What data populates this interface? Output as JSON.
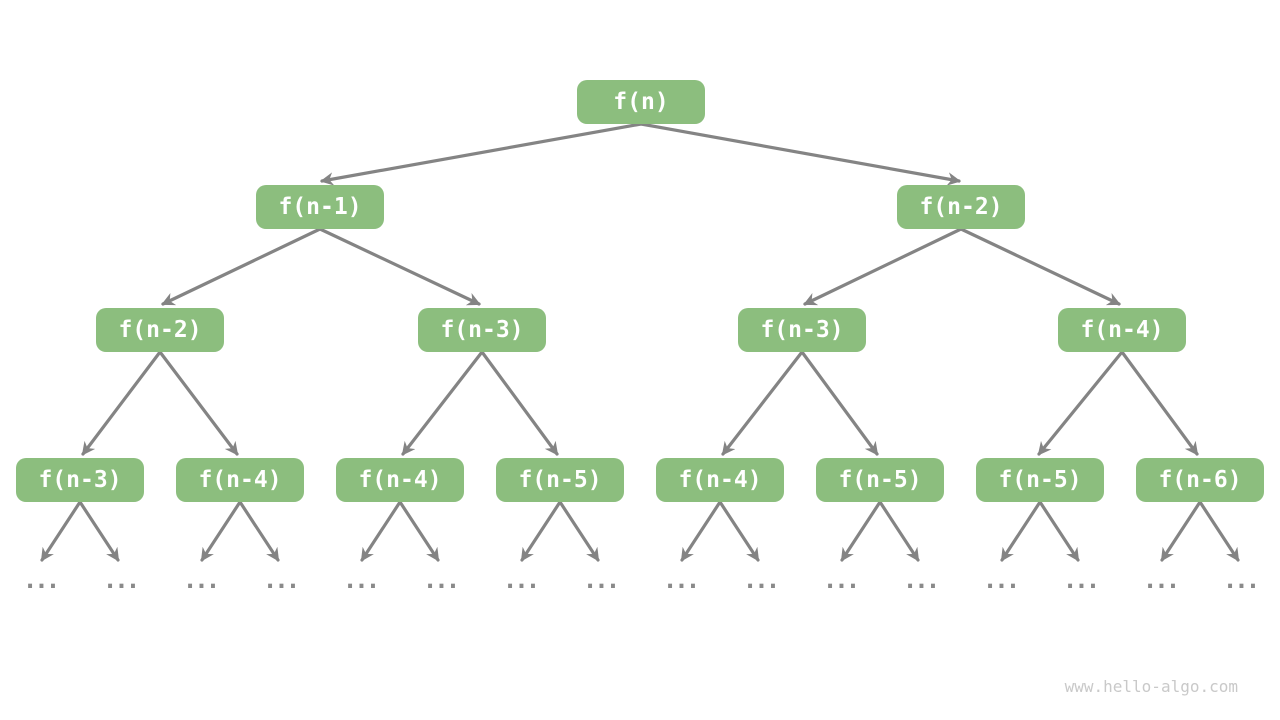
{
  "colors": {
    "node_fill": "#8cbe7e",
    "node_text": "#ffffff",
    "edge": "#848484",
    "leaf_dots": "#8a8a8a",
    "watermark_text": "#c9c9c9",
    "page_bg": "#ffffff"
  },
  "tree": {
    "type": "recursion-tree",
    "nodes": [
      {
        "id": 0,
        "label": "f(n)",
        "level": 1,
        "children": [
          1,
          2
        ]
      },
      {
        "id": 1,
        "label": "f(n-1)",
        "level": 2,
        "children": [
          3,
          4
        ]
      },
      {
        "id": 2,
        "label": "f(n-2)",
        "level": 2,
        "children": [
          5,
          6
        ]
      },
      {
        "id": 3,
        "label": "f(n-2)",
        "level": 3,
        "children": [
          7,
          8
        ]
      },
      {
        "id": 4,
        "label": "f(n-3)",
        "level": 3,
        "children": [
          9,
          10
        ]
      },
      {
        "id": 5,
        "label": "f(n-3)",
        "level": 3,
        "children": [
          11,
          12
        ]
      },
      {
        "id": 6,
        "label": "f(n-4)",
        "level": 3,
        "children": [
          13,
          14
        ]
      },
      {
        "id": 7,
        "label": "f(n-3)",
        "level": 4,
        "children": "ellipsis"
      },
      {
        "id": 8,
        "label": "f(n-4)",
        "level": 4,
        "children": "ellipsis"
      },
      {
        "id": 9,
        "label": "f(n-4)",
        "level": 4,
        "children": "ellipsis"
      },
      {
        "id": 10,
        "label": "f(n-5)",
        "level": 4,
        "children": "ellipsis"
      },
      {
        "id": 11,
        "label": "f(n-4)",
        "level": 4,
        "children": "ellipsis"
      },
      {
        "id": 12,
        "label": "f(n-5)",
        "level": 4,
        "children": "ellipsis"
      },
      {
        "id": 13,
        "label": "f(n-5)",
        "level": 4,
        "children": "ellipsis"
      },
      {
        "id": 14,
        "label": "f(n-6)",
        "level": 4,
        "children": "ellipsis"
      }
    ],
    "leaf": {
      "label": "...",
      "count": 16,
      "per_level4_node": 2
    }
  },
  "watermark": {
    "text": "www.hello-algo.com"
  }
}
